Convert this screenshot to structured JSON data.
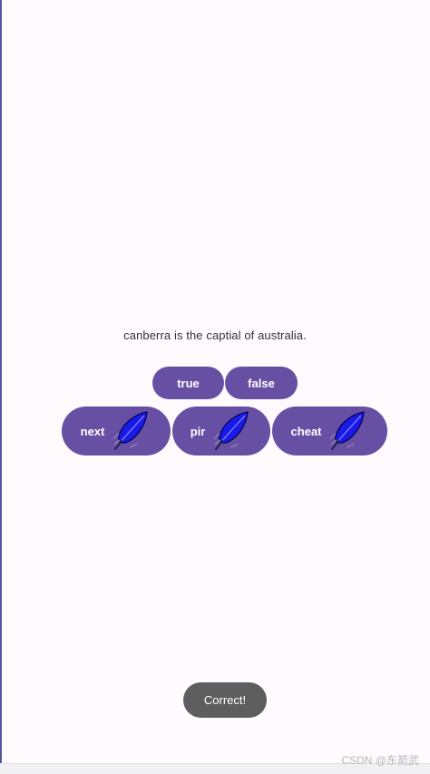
{
  "question": {
    "text": "canberra is the captial of australia."
  },
  "answers": {
    "true_label": "true",
    "false_label": "false"
  },
  "actions": {
    "next_label": "next",
    "pir_label": "pir",
    "cheat_label": "cheat",
    "button_icon": "feather-icon"
  },
  "toast": {
    "text": "Correct!"
  },
  "watermark": {
    "text": "CSDN @东箭武"
  },
  "colors": {
    "accent": "#6750a4",
    "background": "#fefafd",
    "toast_bg": "#5e5e5e",
    "feather": "#1a1ae6"
  }
}
